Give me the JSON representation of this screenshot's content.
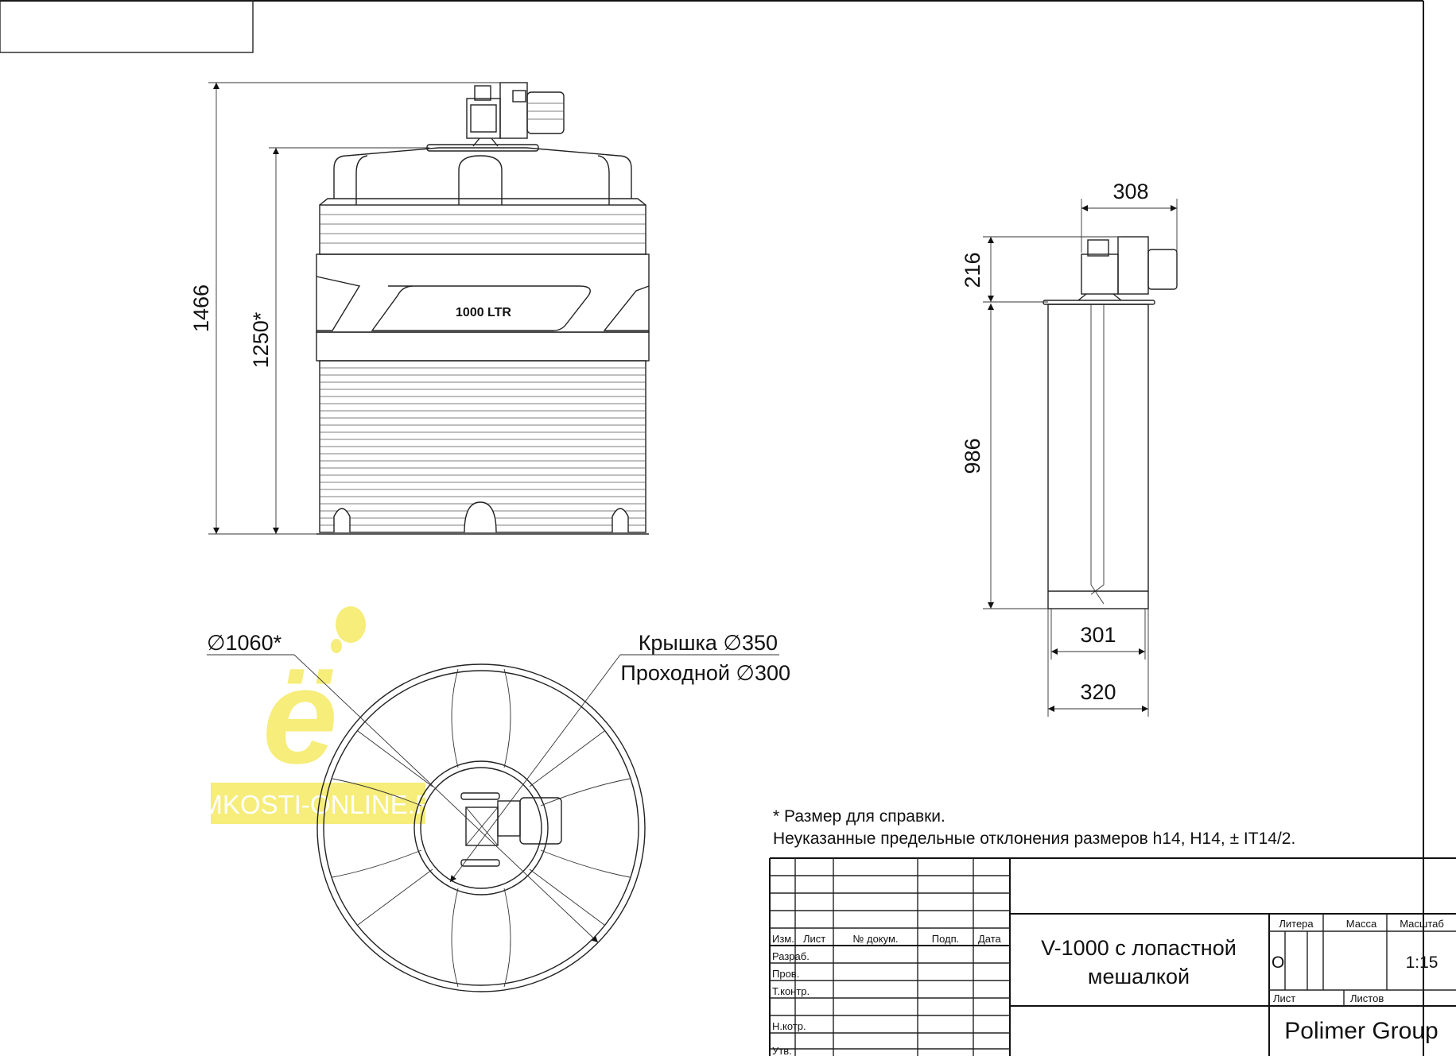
{
  "front_view": {
    "dim_total_height": "1466",
    "dim_body_height": "1250*",
    "label_plate": "1000  LTR"
  },
  "side_view": {
    "dim_motor_width": "308",
    "dim_motor_height": "216",
    "dim_shaft_length": "986",
    "dim_bottom_inner": "301",
    "dim_bottom_outer": "320"
  },
  "top_view": {
    "dim_diameter": "∅1060*",
    "lid_label": "Крышка ∅350",
    "passage_label": "Проходной ∅300"
  },
  "watermark": {
    "text": "EMKOSTI-ONLINE.RU",
    "glyph": "ё"
  },
  "notes": {
    "line1": "* Размер для справки.",
    "line2": "Неуказанные предельные отклонения размеров h14, H14,  ± IT14/2."
  },
  "title_block": {
    "headers": {
      "izm": "Изм.",
      "list": "Лист",
      "doc": "№ докум.",
      "sign": "Подп.",
      "date": "Дата"
    },
    "roles": {
      "razrab": "Разраб.",
      "prov": "Пров.",
      "tkontr": "Т.контр.",
      "nkontr": "Н.котр.",
      "utv": "Утв."
    },
    "title_line1": "V-1000 с лопастной",
    "title_line2": "мешалкой",
    "litera_label": "Литера",
    "massa_label": "Масса",
    "masshtab_label": "Масштаб",
    "litera_value": "О",
    "scale_value": "1:15",
    "sheet_label": "Лист",
    "sheets_label": "Листов",
    "company": "Polimer Group"
  }
}
